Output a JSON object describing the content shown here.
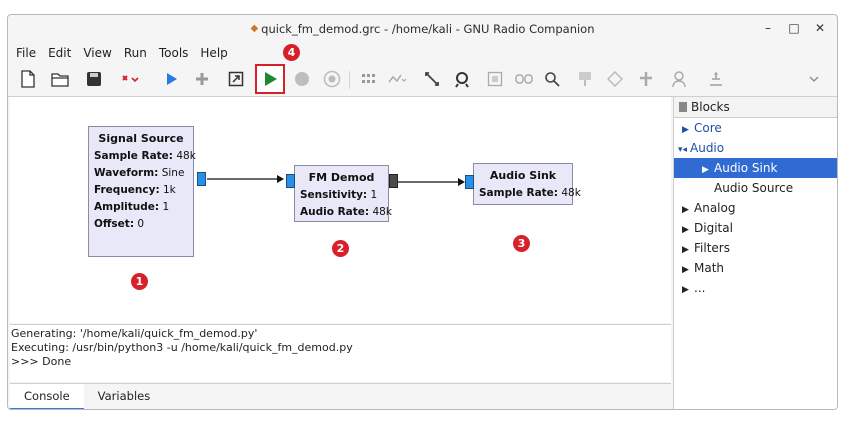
{
  "window": {
    "title": "quick_fm_demod.grc - /home/kali - GNU Radio Companion",
    "controls": [
      "–",
      "□",
      "✕"
    ]
  },
  "menu": [
    "File",
    "Edit",
    "View",
    "Run",
    "Tools",
    "Help"
  ],
  "toolbar": {
    "icons": [
      "new-file-icon",
      "open-folder-icon",
      "save-icon",
      "close-icon",
      "run-icon",
      "add-icon",
      "screen-capture-icon",
      "execute-icon",
      "stop-icon",
      "kill-icon",
      "grid-icon",
      "rotate-icon",
      "move-icon",
      "search-icon",
      "bypass-icon",
      "link-icon",
      "find-icon",
      "enable-icon",
      "disable-icon",
      "hier-icon",
      "profile-icon",
      "tools-icon",
      "more-icon"
    ]
  },
  "callouts": {
    "one": "1",
    "two": "2",
    "three": "3",
    "four": "4"
  },
  "blocks": {
    "signal_source": {
      "title": "Signal Source",
      "params": [
        {
          "key": "Sample Rate:",
          "value": "48k"
        },
        {
          "key": "Waveform:",
          "value": "Sine"
        },
        {
          "key": "Frequency:",
          "value": "1k"
        },
        {
          "key": "Amplitude:",
          "value": "1"
        },
        {
          "key": "Offset:",
          "value": "0"
        }
      ]
    },
    "fm_demod": {
      "title": "FM Demod",
      "params": [
        {
          "key": "Sensitivity:",
          "value": "1"
        },
        {
          "key": "Audio Rate:",
          "value": "48k"
        }
      ]
    },
    "audio_sink": {
      "title": "Audio Sink",
      "params": [
        {
          "key": "Sample Rate:",
          "value": "48k"
        }
      ]
    }
  },
  "console": {
    "lines": [
      "Generating: '/home/kali/quick_fm_demod.py'",
      "Executing: /usr/bin/python3 -u /home/kali/quick_fm_demod.py",
      ">>> Done"
    ]
  },
  "tabs": [
    "Console",
    "Variables"
  ],
  "blocks_panel": {
    "header": "Blocks",
    "items": [
      "Core",
      "Audio",
      "Audio Sink",
      "Audio Source",
      "Analog",
      "Digital",
      "Filters",
      "Math",
      "..."
    ]
  },
  "colors": {
    "accent": "#2f6bd3",
    "run_green": "#1e8a2e",
    "callout_red": "#d8202a",
    "port_blue": "#2a8fe6",
    "block_fill": "#e8e8f8"
  }
}
